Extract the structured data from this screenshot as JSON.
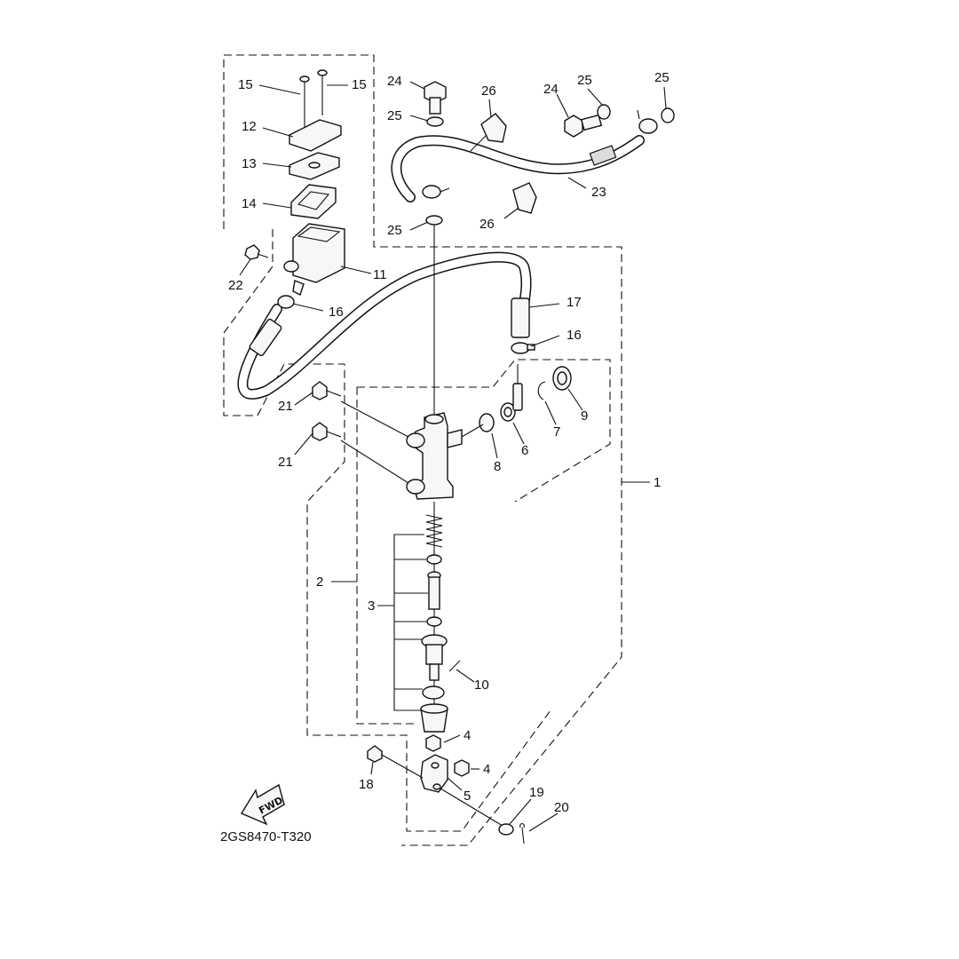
{
  "diagram": {
    "code": "2GS8470-T320",
    "fwd_label": "FWD",
    "callouts": {
      "c1": "1",
      "c2": "2",
      "c3": "3",
      "c4a": "4",
      "c4b": "4",
      "c5": "5",
      "c6": "6",
      "c7": "7",
      "c8": "8",
      "c9": "9",
      "c10": "10",
      "c11": "11",
      "c12": "12",
      "c13": "13",
      "c14": "14",
      "c15a": "15",
      "c15b": "15",
      "c16a": "16",
      "c16b": "16",
      "c17": "17",
      "c18": "18",
      "c19": "19",
      "c20": "20",
      "c21a": "21",
      "c21b": "21",
      "c22": "22",
      "c23": "23",
      "c24a": "24",
      "c24b": "24",
      "c25a": "25",
      "c25b": "25",
      "c25c": "25",
      "c25d": "25",
      "c26a": "26",
      "c26b": "26"
    }
  },
  "colors": {
    "line": "#111111",
    "background": "#ffffff"
  }
}
